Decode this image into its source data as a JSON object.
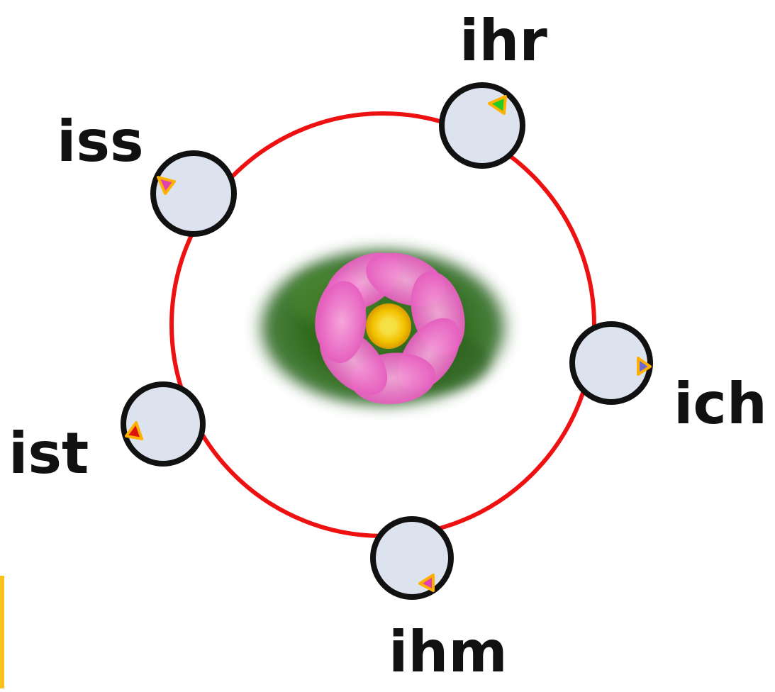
{
  "words": {
    "top": "ihr",
    "upper_left": "iss",
    "right": "ich",
    "lower_left": "ist",
    "bottom": "ihm"
  },
  "colors": {
    "ring": "#ee1111",
    "node_fill": "#dce3ef",
    "node_stroke": "#111111",
    "triangle_outline": "#ffb000",
    "triangle_top": "#22cc22",
    "triangle_upper_left": "#e040b0",
    "triangle_right": "#6a6ad0",
    "triangle_lower_left": "#dd1111",
    "triangle_bottom": "#e040b0"
  },
  "center_image": "pink-cosmos-flower"
}
